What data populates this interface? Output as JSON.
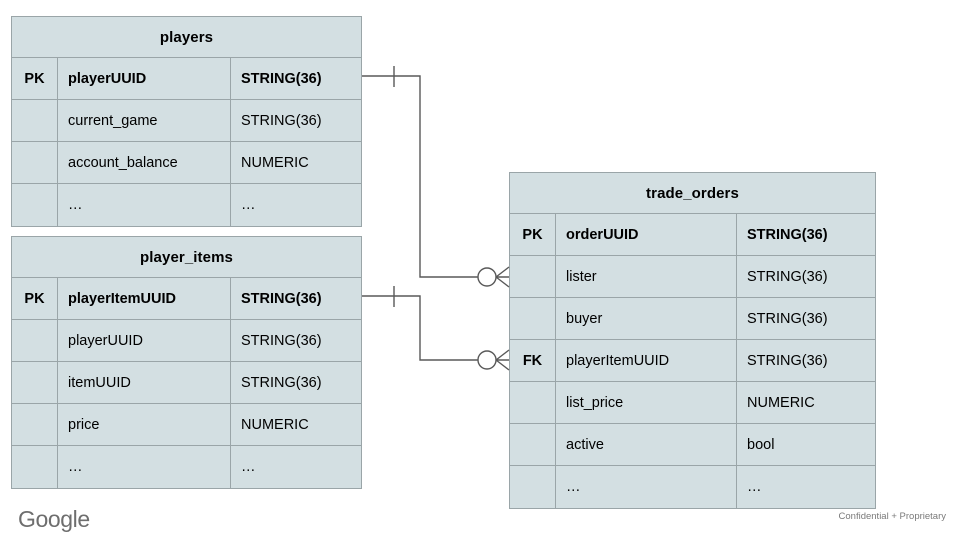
{
  "diagram": {
    "type": "entity-relationship-diagram",
    "colors": {
      "entity_fill": "#d3dfe2",
      "entity_border": "#9aa5a8",
      "connector": "#595959",
      "footer_text": "#7a7a7a",
      "logo": "#6e6e6e",
      "background": "#ffffff"
    },
    "columns": {
      "key": "",
      "name": "",
      "type": ""
    },
    "entities": [
      {
        "id": "players",
        "title": "players",
        "rows": [
          {
            "key": "PK",
            "name": "playerUUID",
            "type": "STRING(36)",
            "pk": true
          },
          {
            "key": "",
            "name": "current_game",
            "type": "STRING(36)",
            "pk": false
          },
          {
            "key": "",
            "name": "account_balance",
            "type": "NUMERIC",
            "pk": false
          },
          {
            "key": "",
            "name": "…",
            "type": "…",
            "pk": false
          }
        ]
      },
      {
        "id": "player_items",
        "title": "player_items",
        "rows": [
          {
            "key": "PK",
            "name": "playerItemUUID",
            "type": "STRING(36)",
            "pk": true
          },
          {
            "key": "",
            "name": "playerUUID",
            "type": "STRING(36)",
            "pk": false
          },
          {
            "key": "",
            "name": "itemUUID",
            "type": "STRING(36)",
            "pk": false
          },
          {
            "key": "",
            "name": "price",
            "type": "NUMERIC",
            "pk": false
          },
          {
            "key": "",
            "name": "…",
            "type": "…",
            "pk": false
          }
        ]
      },
      {
        "id": "trade_orders",
        "title": "trade_orders",
        "rows": [
          {
            "key": "PK",
            "name": "orderUUID",
            "type": "STRING(36)",
            "pk": true
          },
          {
            "key": "",
            "name": "lister",
            "type": "STRING(36)",
            "pk": false
          },
          {
            "key": "",
            "name": "buyer",
            "type": "STRING(36)",
            "pk": false
          },
          {
            "key": "FK",
            "name": "playerItemUUID",
            "type": "STRING(36)",
            "pk": false
          },
          {
            "key": "",
            "name": "list_price",
            "type": "NUMERIC",
            "pk": false
          },
          {
            "key": "",
            "name": "active",
            "type": "bool",
            "pk": false
          },
          {
            "key": "",
            "name": "…",
            "type": "…",
            "pk": false
          }
        ]
      }
    ],
    "relationships": [
      {
        "id": "players-to-trade_orders",
        "from_entity": "players",
        "from_field": "playerUUID",
        "from_cardinality": "one",
        "to_entity": "trade_orders",
        "to_field": "lister",
        "to_cardinality": "zero-or-many"
      },
      {
        "id": "player_items-to-trade_orders",
        "from_entity": "player_items",
        "from_field": "playerItemUUID",
        "from_cardinality": "one",
        "to_entity": "trade_orders",
        "to_field": "playerItemUUID",
        "to_cardinality": "zero-or-many"
      }
    ]
  },
  "footer": {
    "logo_text": "Google",
    "note": "Confidential + Proprietary"
  }
}
